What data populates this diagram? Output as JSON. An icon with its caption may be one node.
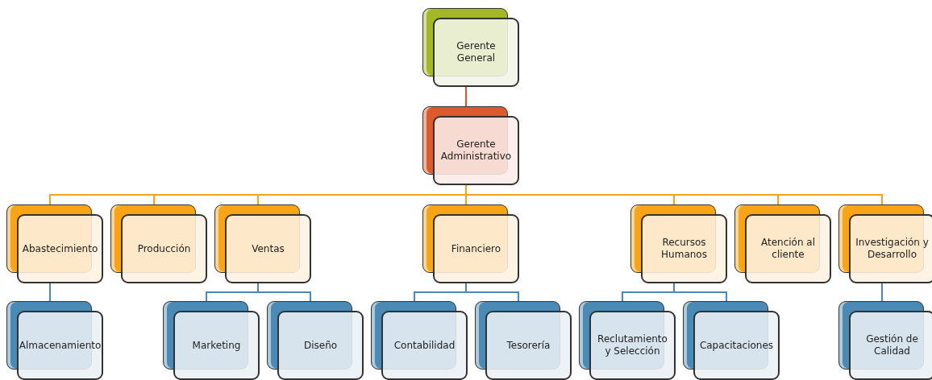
{
  "diagram": {
    "nodes": [
      {
        "text": [
          "Gerente General"
        ]
      },
      {
        "text": [
          "Gerente Administrativo"
        ]
      },
      {
        "text": [
          "Abastecimiento"
        ]
      },
      {
        "text": [
          "Producción"
        ]
      },
      {
        "text": [
          "Ventas"
        ]
      },
      {
        "text": [
          "Financiero"
        ]
      },
      {
        "text": [
          "Recursos Humanos"
        ]
      },
      {
        "text": [
          "Atención al cliente"
        ]
      },
      {
        "text": [
          "Investigación y Desarrollo"
        ]
      },
      {
        "text": [
          "Almacenamiento"
        ]
      },
      {
        "text": [
          "Marketing"
        ]
      },
      {
        "text": [
          "Diseño"
        ]
      },
      {
        "text": [
          "Contabilidad"
        ]
      },
      {
        "text": [
          "Tesorería"
        ]
      },
      {
        "text": [
          "Reclutamiento y Selección"
        ]
      },
      {
        "text": [
          "Capacitaciones"
        ]
      },
      {
        "text": [
          "Gestión de Calidad"
        ]
      }
    ],
    "edges": [
      {
        "from": 0,
        "to": 1,
        "arrow": "none",
        "color": "#e0522a"
      },
      {
        "from": 1,
        "to": 2,
        "arrow": "none",
        "color": "#f7a21b"
      },
      {
        "from": 1,
        "to": 3,
        "arrow": "none",
        "color": "#f7a21b"
      },
      {
        "from": 1,
        "to": 4,
        "arrow": "none",
        "color": "#f7a21b"
      },
      {
        "from": 1,
        "to": 5,
        "arrow": "none",
        "color": "#f7a21b"
      },
      {
        "from": 1,
        "to": 6,
        "arrow": "none",
        "color": "#f7a21b"
      },
      {
        "from": 1,
        "to": 7,
        "arrow": "none",
        "color": "#f7a21b"
      },
      {
        "from": 1,
        "to": 8,
        "arrow": "none",
        "color": "#f7a21b"
      },
      {
        "from": 2,
        "to": 9,
        "arrow": "none"
      },
      {
        "from": 4,
        "to": 10,
        "arrow": "none"
      },
      {
        "from": 4,
        "to": 11,
        "arrow": "none"
      },
      {
        "from": 5,
        "to": 12,
        "arrow": "none"
      },
      {
        "from": 5,
        "to": 13,
        "arrow": "none"
      },
      {
        "from": 6,
        "to": 14,
        "arrow": "none"
      },
      {
        "from": 6,
        "to": 15,
        "arrow": "none"
      },
      {
        "from": 8,
        "to": 16,
        "arrow": "none"
      }
    ]
  }
}
